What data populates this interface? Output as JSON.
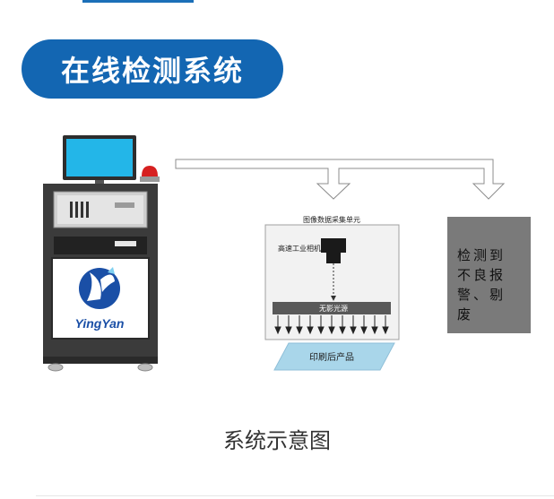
{
  "header": {
    "title": "在线检测系统"
  },
  "machine": {
    "logo_text": "YingYan"
  },
  "acquisition_unit": {
    "title": "图像数据采集单元",
    "camera_label": "高速工业相机",
    "light_label": "无影光源",
    "product_label": "印刷后产品"
  },
  "alarm_box": {
    "lines": [
      "检测到",
      "不良报",
      "警、剔",
      "废"
    ]
  },
  "caption": "系统示意图",
  "colors": {
    "title_pill": "#1366b2",
    "alarm_box": "#7a7a7a",
    "product_plate": "#a9d6ea",
    "light_bar": "#595959",
    "cabinet": "#3b3b3b"
  }
}
